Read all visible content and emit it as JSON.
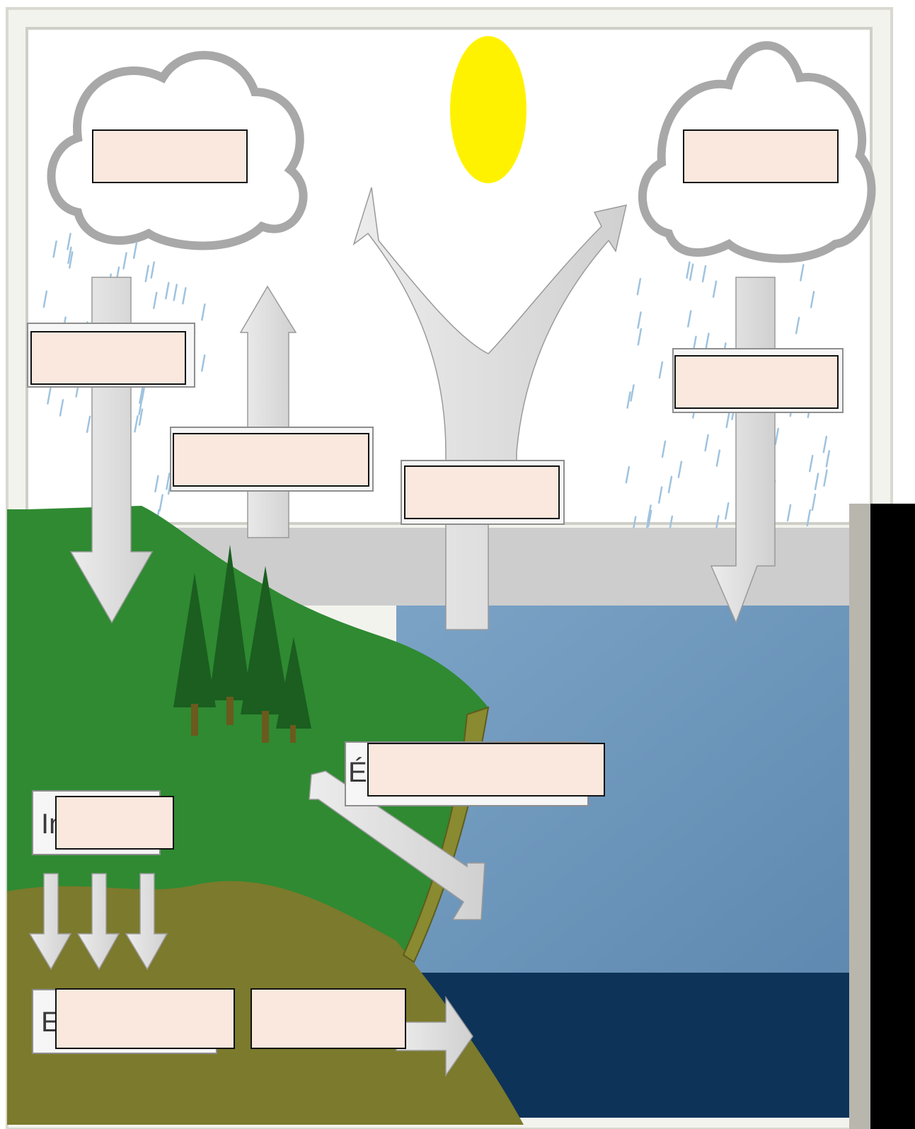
{
  "colors": {
    "sky": "#ffffff",
    "sun": "#fff200",
    "cloud": "#a9a9a9",
    "grass": "#2f8a32",
    "soil": "#7c7a2c",
    "ocean": "#6f98bd",
    "deep_ocean": "#0d3359",
    "tree": "#1b5e20",
    "arrow": "#d6d6d6",
    "label_fill": "#fae8de",
    "label_border": "#111111"
  },
  "labels": {
    "cloud_left": "",
    "cloud_right": "",
    "rain_left": "",
    "evaporation_land": "",
    "evaporation_sea": "",
    "rain_right": "",
    "runoff": "",
    "infiltration": "",
    "groundwater": "",
    "groundwater_flow": ""
  },
  "peek_fragments": {
    "runoff": "É",
    "infiltration": "In",
    "groundwater": "E"
  }
}
